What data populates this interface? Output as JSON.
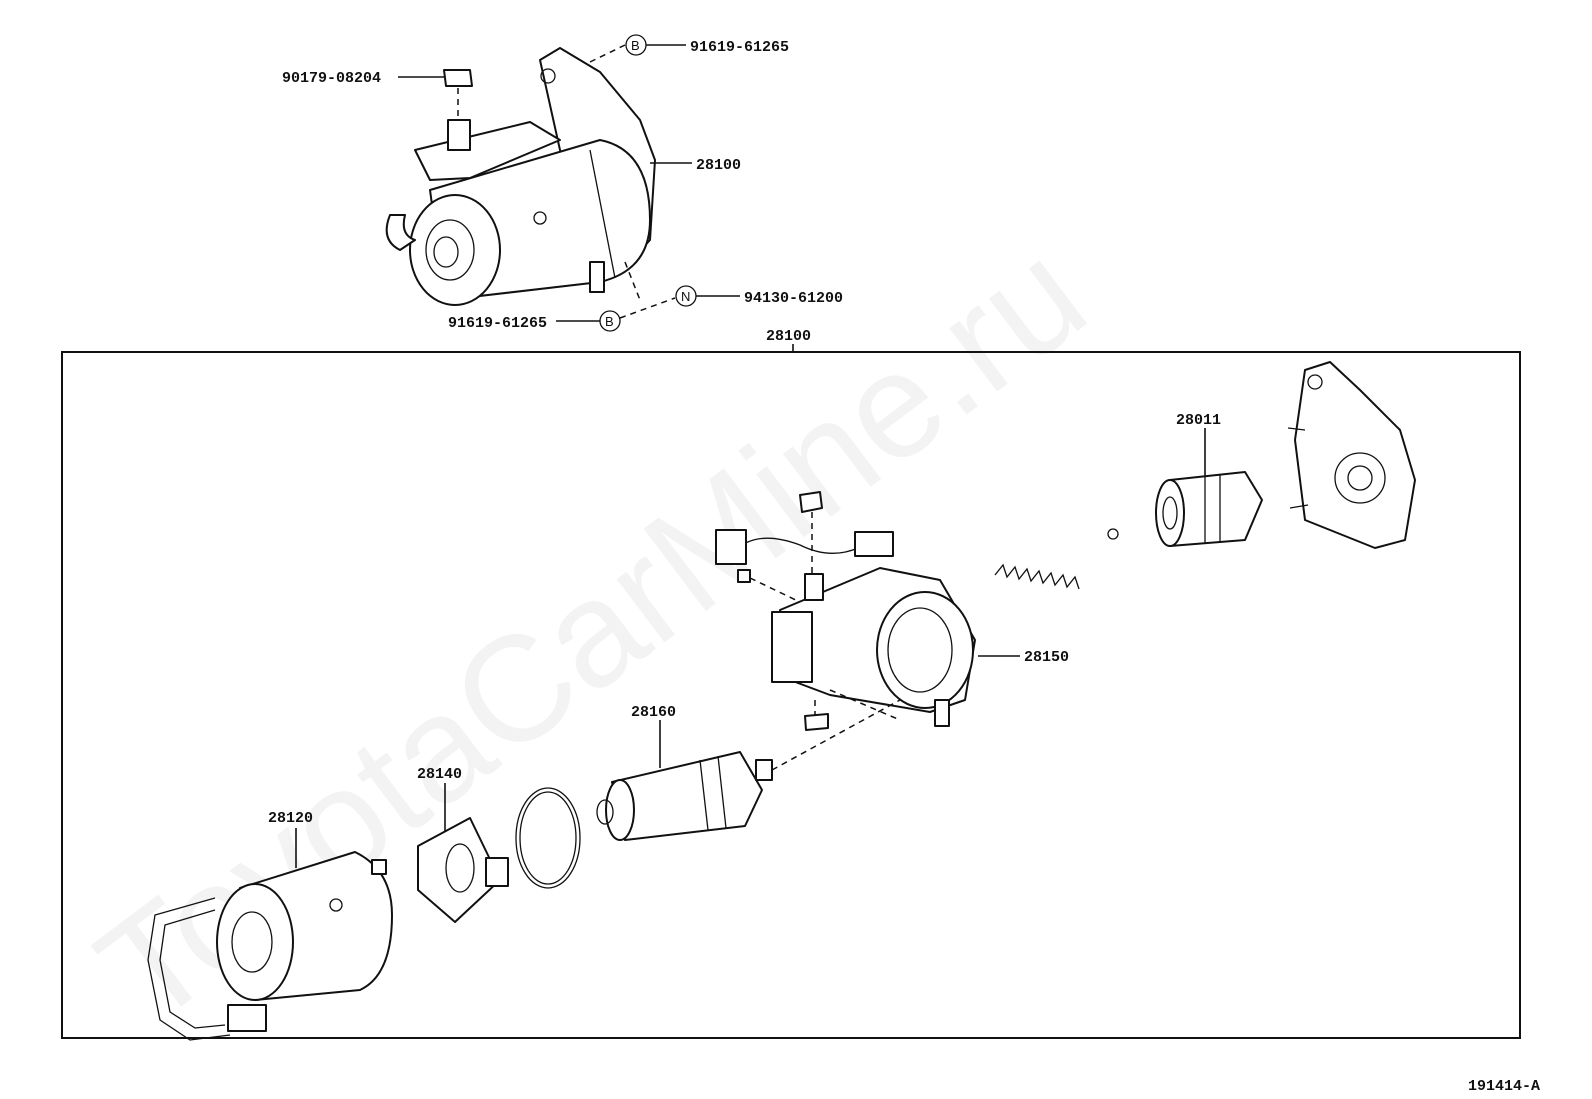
{
  "watermark": "ToyotaCarMine.ru",
  "diagram_code": "191414-A",
  "assembly_label": "28100",
  "parts": {
    "top_bolt": "90179-08204",
    "top_right_ref": "91619-61265",
    "starter_assy": "28100",
    "bottom_right_ref": "94130-61200",
    "bottom_left_ref": "91619-61265",
    "drive_clutch": "28011",
    "housing": "28150",
    "armature": "28160",
    "brush_holder": "28140",
    "yoke": "28120"
  },
  "badges": {
    "b": "B",
    "n": "N"
  }
}
